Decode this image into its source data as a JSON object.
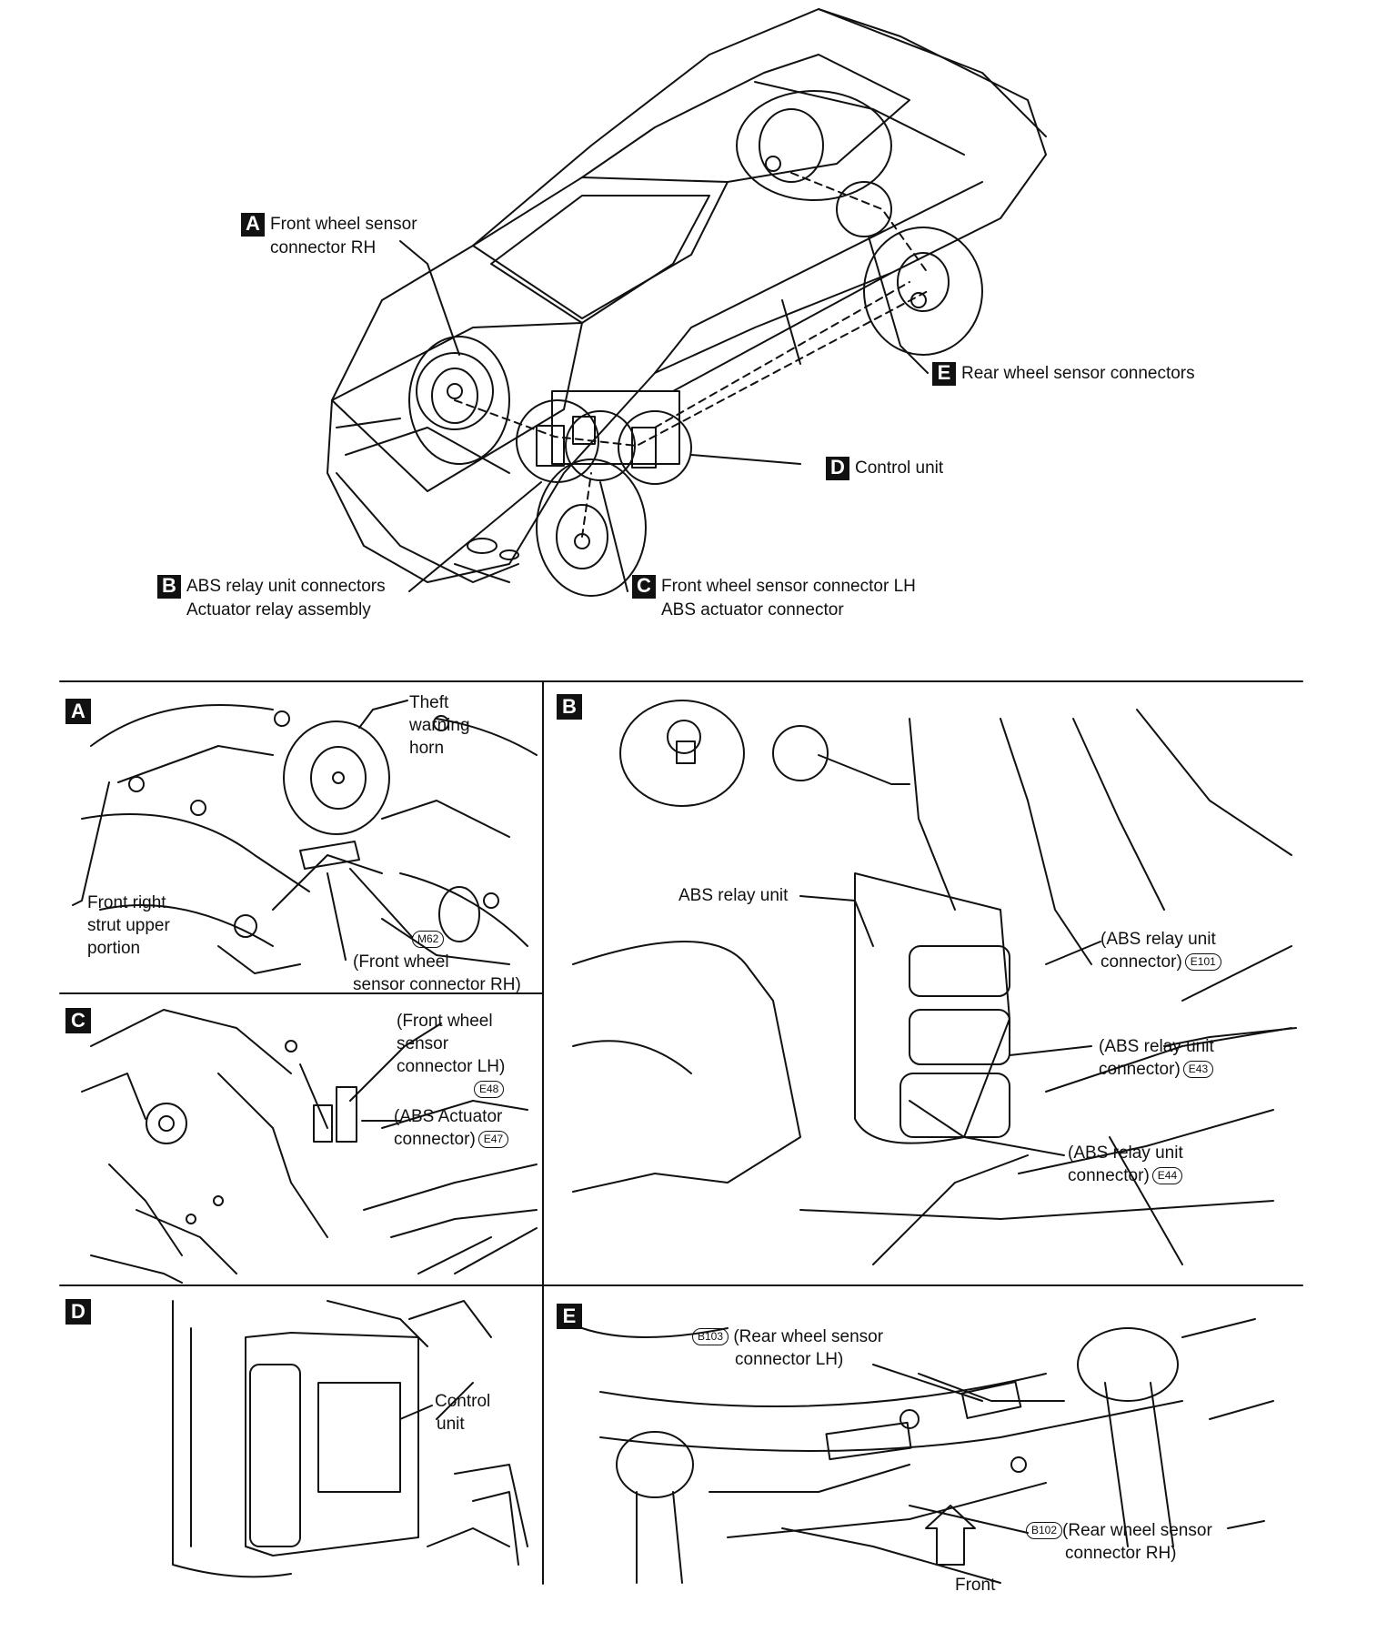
{
  "overview": {
    "callouts": [
      {
        "letter": "A",
        "line1": "Front wheel sensor",
        "line2": "connector RH"
      },
      {
        "letter": "B",
        "line1": "ABS relay unit connectors",
        "line2": "Actuator relay assembly"
      },
      {
        "letter": "C",
        "line1": "Front wheel sensor connector LH",
        "line2": "ABS actuator connector"
      },
      {
        "letter": "D",
        "line1": "Control unit",
        "line2": ""
      },
      {
        "letter": "E",
        "line1": "Rear wheel sensor connectors",
        "line2": ""
      }
    ]
  },
  "panels": {
    "A": {
      "letter": "A",
      "horn": [
        "Theft",
        "warning",
        "horn"
      ],
      "strut": [
        "Front right",
        "strut upper",
        "portion"
      ],
      "connector_code": "M62",
      "connector": [
        "(Front wheel",
        "sensor connector RH)"
      ]
    },
    "B": {
      "letter": "B",
      "relay_unit": "ABS relay unit",
      "conn1": [
        "(ABS relay unit",
        "connector)"
      ],
      "code1": "E101",
      "conn2": [
        "(ABS relay unit",
        "connector)"
      ],
      "code2": "E43",
      "conn3": [
        "(ABS relay unit",
        "connector)"
      ],
      "code3": "E44"
    },
    "C": {
      "letter": "C",
      "sensor": [
        "(Front wheel",
        "sensor",
        "connector LH)"
      ],
      "sensor_code": "E48",
      "actuator": [
        "(ABS Actuator",
        "connector)"
      ],
      "actuator_code": "E47"
    },
    "D": {
      "letter": "D",
      "control": [
        "Control",
        "unit"
      ]
    },
    "E": {
      "letter": "E",
      "lh_code": "B103",
      "lh": [
        "(Rear wheel sensor",
        "connector LH)"
      ],
      "rh_code": "B102",
      "rh": [
        "(Rear wheel sensor",
        "connector RH)"
      ],
      "front": "Front"
    }
  }
}
